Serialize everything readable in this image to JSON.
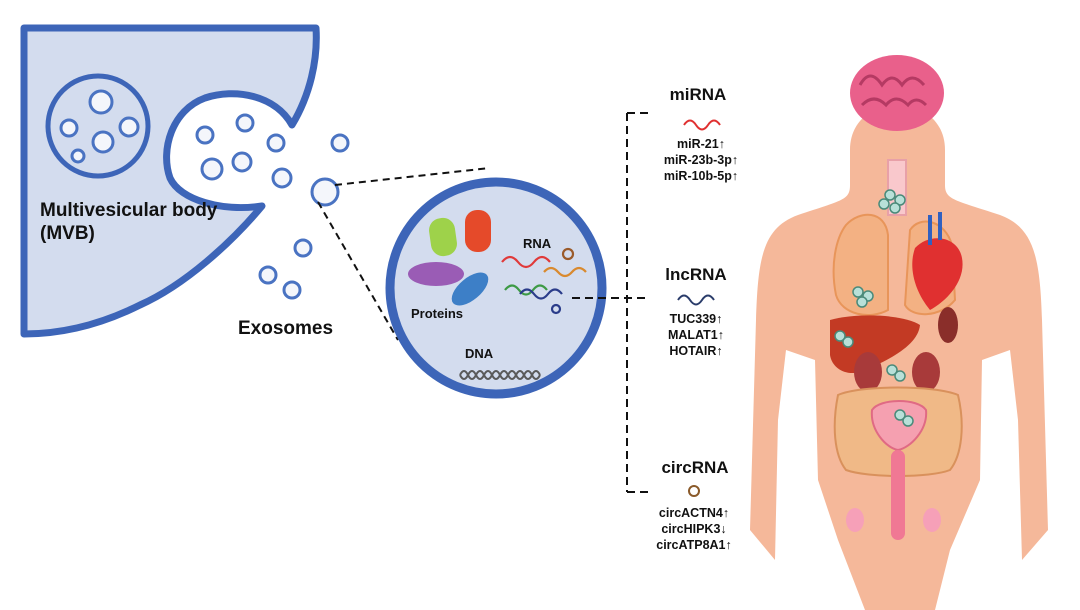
{
  "labels": {
    "mvb": "Multivesicular body (MVB)",
    "exosomes": "Exosomes",
    "proteins": "Proteins",
    "rna": "RNA",
    "dna": "DNA"
  },
  "categories": [
    {
      "title": "miRNA",
      "genes": [
        "miR-21↑",
        "miR-23b-3p↑",
        "miR-10b-5p↑"
      ]
    },
    {
      "title": "lncRNA",
      "genes": [
        "TUC339↑",
        "MALAT1↑",
        "HOTAIR↑"
      ]
    },
    {
      "title": "circRNA",
      "genes": [
        "circACTN4↑",
        "circHIPK3↓",
        "circATP8A1↑"
      ]
    }
  ],
  "colors": {
    "membrane": "#3d65b8",
    "fill": "#d3dcee",
    "skin": "#f5b89a"
  }
}
